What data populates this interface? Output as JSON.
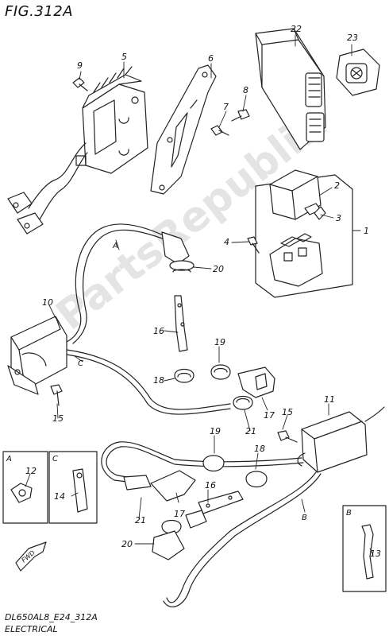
{
  "figure": {
    "title": "FIG.312A",
    "code": "DL650AL8_E24_312A",
    "caption": "ELECTRICAL"
  },
  "watermark": "PartsRepublik",
  "callouts": {
    "n1": "1",
    "n2": "2",
    "n3": "3",
    "n4": "4",
    "n5": "5",
    "n6": "6",
    "n7": "7",
    "n8": "8",
    "n9": "9",
    "n10": "10",
    "n11": "11",
    "n12": "12",
    "n13": "13",
    "n14": "14",
    "n15a": "15",
    "n15b": "15",
    "n16a": "16",
    "n16b": "16",
    "n17a": "17",
    "n17b": "17",
    "n18a": "18",
    "n18b": "18",
    "n19a": "19",
    "n19b": "19",
    "n20a": "20",
    "n20b": "20",
    "n21a": "21",
    "n21b": "21",
    "n22": "22",
    "n23": "23"
  },
  "letters": {
    "la": "A",
    "lb": "B",
    "lc": "C",
    "ia": "A",
    "ic": "C",
    "ib": "B"
  },
  "fwd": "FWD",
  "colors": {
    "line": "#222222",
    "fill": "#ffffff",
    "accent": "#111111"
  }
}
